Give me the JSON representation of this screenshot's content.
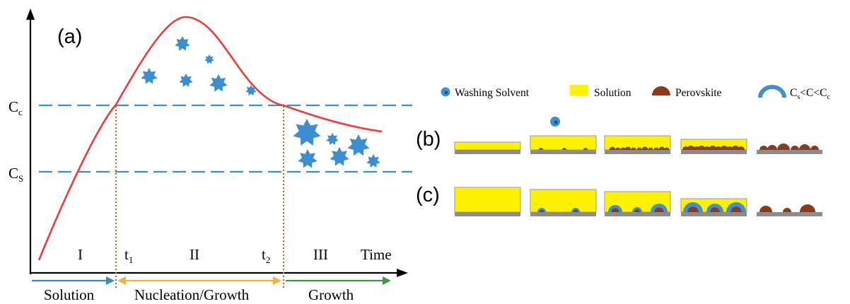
{
  "panel_a": {
    "label": "(a)",
    "y_labels": {
      "cc_main": "C",
      "cc_sub": "c",
      "cs_main": "C",
      "cs_sub": "S"
    },
    "x_axis_label": "Time",
    "regions": [
      "I",
      "II",
      "III"
    ],
    "time_marks": [
      {
        "main": "t",
        "sub": "1"
      },
      {
        "main": "t",
        "sub": "2"
      }
    ],
    "phases": [
      "Solution",
      "Nucleation/Growth",
      "Growth"
    ],
    "colors": {
      "curve": "#ee3b3b",
      "dashed": "#3c8fd6",
      "dotted": "#b5651d",
      "crystal": "#3b8fd1",
      "arrow_solution": "#3a86c8",
      "arrow_nucleation": "#f3b240",
      "arrow_growth": "#3f9a3f"
    }
  },
  "legend": {
    "washing_solvent": "Washing Solvent",
    "solution": "Solution",
    "perovskite": "Perovskite",
    "range_main": "C",
    "range_sub": "s",
    "range_rest": "<C<C",
    "range_end_sub": "c"
  },
  "panel_b": {
    "label": "(b)"
  },
  "panel_c": {
    "label": "(c)"
  },
  "schematic_colors": {
    "solution": "#fff200",
    "perovskite": "#8b3a1a",
    "substrate": "#8c8c8c",
    "shell": "#3f8fd2"
  }
}
